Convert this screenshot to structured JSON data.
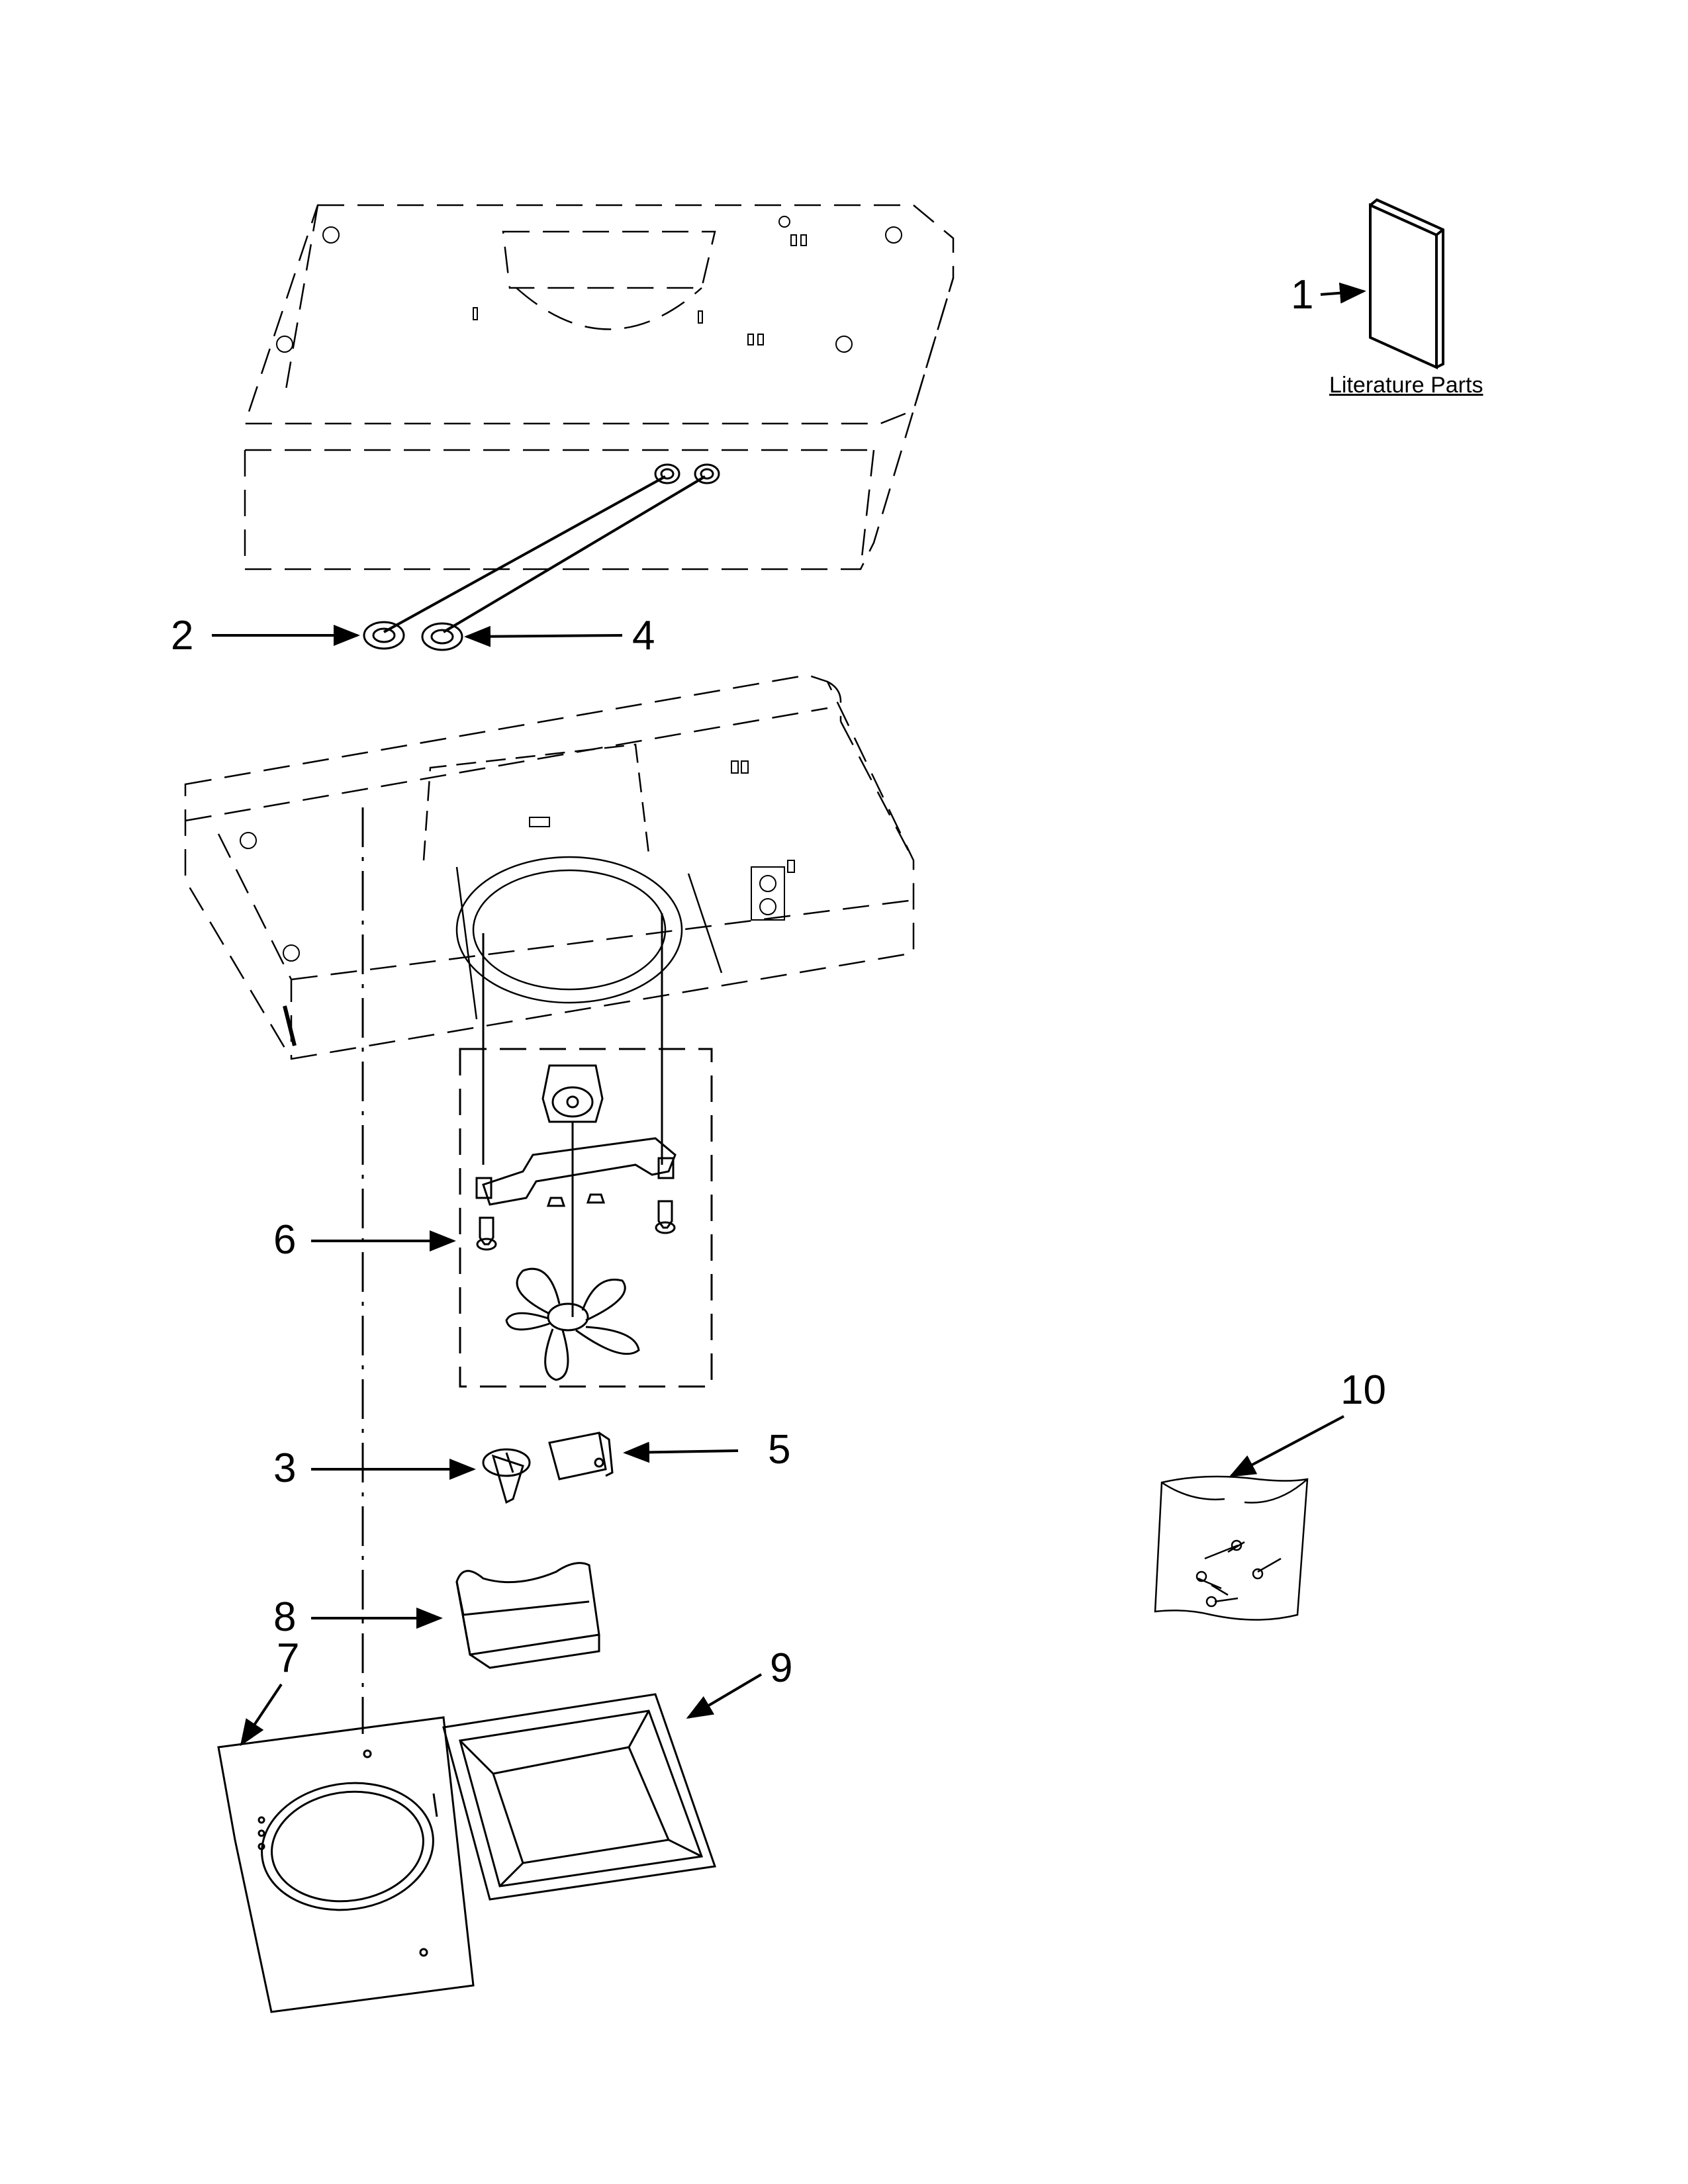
{
  "callouts": {
    "c1": "1",
    "c2": "2",
    "c3": "3",
    "c4": "4",
    "c5": "5",
    "c6": "6",
    "c7": "7",
    "c8": "8",
    "c9": "9",
    "c10": "10"
  },
  "literature_label": "Literature Parts"
}
